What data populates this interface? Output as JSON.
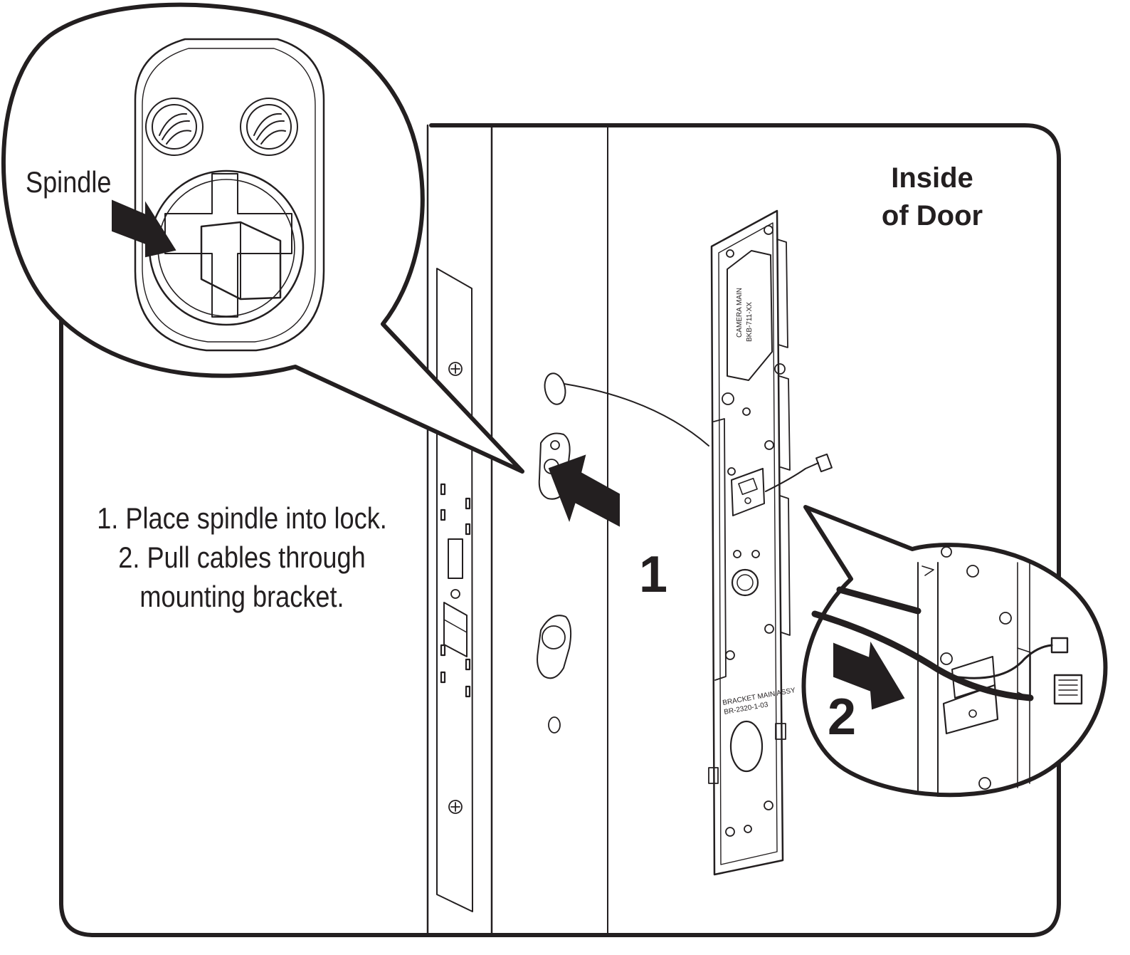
{
  "labels": {
    "spindle": "Spindle",
    "inside_line1": "Inside",
    "inside_line2": "of Door",
    "step1": "1",
    "step2": "2"
  },
  "instructions": [
    "1. Place spindle into lock.",
    "2. Pull cables through",
    "mounting bracket."
  ],
  "colors": {
    "ink": "#231f20",
    "paper": "#ffffff",
    "cable": "#1a1a1a"
  }
}
